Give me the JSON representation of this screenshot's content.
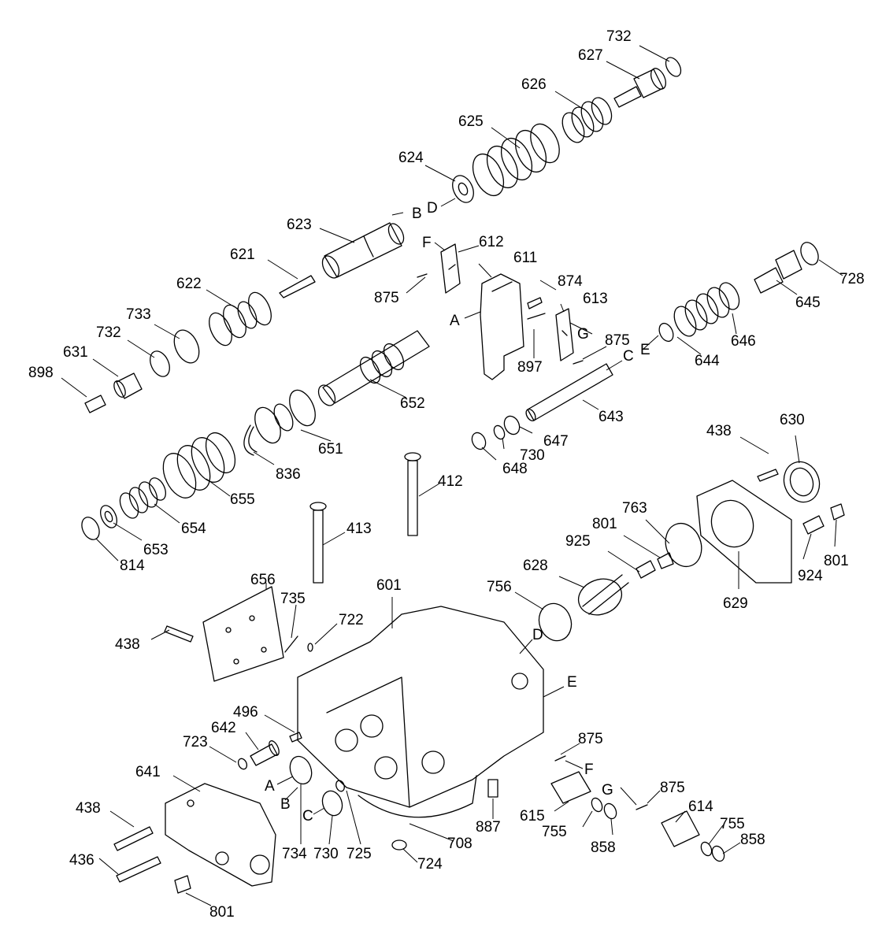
{
  "labels": {
    "p732a": "732",
    "p627": "627",
    "p626": "626",
    "p625": "625",
    "p624": "624",
    "lD1": "D",
    "lB1": "B",
    "p623": "623",
    "lF1": "F",
    "p612": "612",
    "p621": "621",
    "p611": "611",
    "p622": "622",
    "p874": "874",
    "p875a": "875",
    "p613": "613",
    "p733": "733",
    "lA1": "A",
    "lG1": "G",
    "p875b": "875",
    "p645": "645",
    "p728": "728",
    "p732b": "732",
    "p631": "631",
    "p898": "898",
    "lC1": "C",
    "lE1": "E",
    "p646": "646",
    "p644": "644",
    "p897": "897",
    "p652": "652",
    "p643": "643",
    "p647": "647",
    "p730a": "730",
    "p648": "648",
    "p651": "651",
    "p836": "836",
    "p438a": "438",
    "p630": "630",
    "p412": "412",
    "p655": "655",
    "p763": "763",
    "p801a": "801",
    "p925": "925",
    "p924": "924",
    "p801b": "801",
    "p654": "654",
    "p413": "413",
    "p653": "653",
    "p814": "814",
    "p629": "629",
    "p656": "656",
    "p628": "628",
    "p601": "601",
    "p735": "735",
    "p756": "756",
    "p722": "722",
    "lD2": "D",
    "p438b": "438",
    "lE2": "E",
    "p496": "496",
    "p642": "642",
    "p723": "723",
    "p875c": "875",
    "p641": "641",
    "lF2": "F",
    "lA2": "A",
    "lG2": "G",
    "p875d": "875",
    "lB2": "B",
    "p438c": "438",
    "p614": "614",
    "lC2": "C",
    "p615": "615",
    "p755a": "755",
    "p887": "887",
    "p755b": "755",
    "p858a": "858",
    "p858b": "858",
    "p734": "734",
    "p730b": "730",
    "p725": "725",
    "p708": "708",
    "p436": "436",
    "p724": "724",
    "p801c": "801"
  }
}
